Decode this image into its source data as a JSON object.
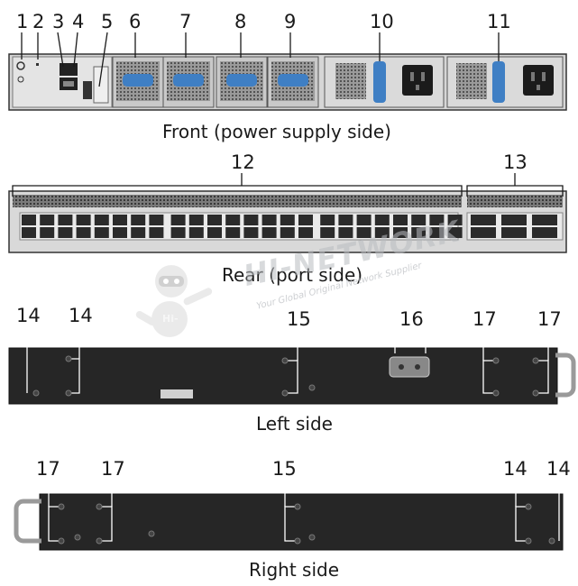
{
  "captions": {
    "front": "Front (power supply side)",
    "rear": "Rear (port side)",
    "left": "Left side",
    "right": "Right side"
  },
  "front_callouts": [
    "1",
    "2",
    "3",
    "4",
    "5",
    "6",
    "7",
    "8",
    "9",
    "10",
    "11"
  ],
  "rear_callouts": [
    "12",
    "13"
  ],
  "left_callouts": [
    "14",
    "14",
    "15",
    "16",
    "17",
    "17"
  ],
  "right_callouts": [
    "17",
    "17",
    "15",
    "14",
    "14"
  ],
  "watermark": {
    "main": "HI-NETWORK",
    "sub": "Your Global Original Network Supplier",
    "mascot_badge": "Hi-"
  },
  "colors": {
    "chassis_dark": "#2b2b2b",
    "panel_light": "#cfcfcf",
    "psu_handle": "#3f7fc4",
    "callout_line": "#ffffff"
  }
}
